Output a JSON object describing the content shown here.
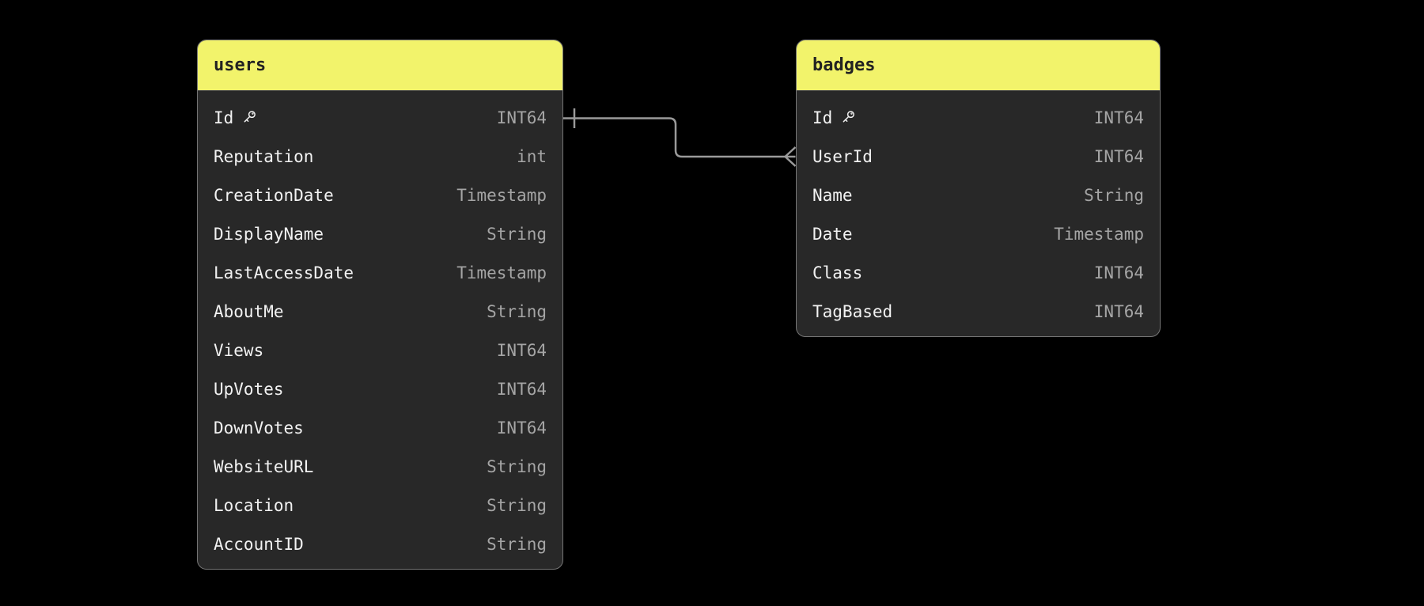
{
  "diagram": {
    "tables": [
      {
        "name": "users",
        "columns": [
          {
            "name": "Id",
            "type": "INT64",
            "primary_key": true
          },
          {
            "name": "Reputation",
            "type": "int",
            "primary_key": false
          },
          {
            "name": "CreationDate",
            "type": "Timestamp",
            "primary_key": false
          },
          {
            "name": "DisplayName",
            "type": "String",
            "primary_key": false
          },
          {
            "name": "LastAccessDate",
            "type": "Timestamp",
            "primary_key": false
          },
          {
            "name": "AboutMe",
            "type": "String",
            "primary_key": false
          },
          {
            "name": "Views",
            "type": "INT64",
            "primary_key": false
          },
          {
            "name": "UpVotes",
            "type": "INT64",
            "primary_key": false
          },
          {
            "name": "DownVotes",
            "type": "INT64",
            "primary_key": false
          },
          {
            "name": "WebsiteURL",
            "type": "String",
            "primary_key": false
          },
          {
            "name": "Location",
            "type": "String",
            "primary_key": false
          },
          {
            "name": "AccountID",
            "type": "String",
            "primary_key": false
          }
        ]
      },
      {
        "name": "badges",
        "columns": [
          {
            "name": "Id",
            "type": "INT64",
            "primary_key": true
          },
          {
            "name": "UserId",
            "type": "INT64",
            "primary_key": false
          },
          {
            "name": "Name",
            "type": "String",
            "primary_key": false
          },
          {
            "name": "Date",
            "type": "Timestamp",
            "primary_key": false
          },
          {
            "name": "Class",
            "type": "INT64",
            "primary_key": false
          },
          {
            "name": "TagBased",
            "type": "INT64",
            "primary_key": false
          }
        ]
      }
    ],
    "relationships": [
      {
        "from_table": "users",
        "from_column": "Id",
        "from_cardinality": "one",
        "to_table": "badges",
        "to_column": "UserId",
        "to_cardinality": "many"
      }
    ],
    "colors": {
      "canvas_bg": "#000000",
      "table_header_bg": "#f2f36b",
      "table_header_text": "#222222",
      "table_body_bg": "#282828",
      "column_name_text": "#f2f2f2",
      "column_type_text": "#a5a5a5",
      "table_border": "#757575",
      "relationship_line": "#9a9a9a"
    }
  }
}
